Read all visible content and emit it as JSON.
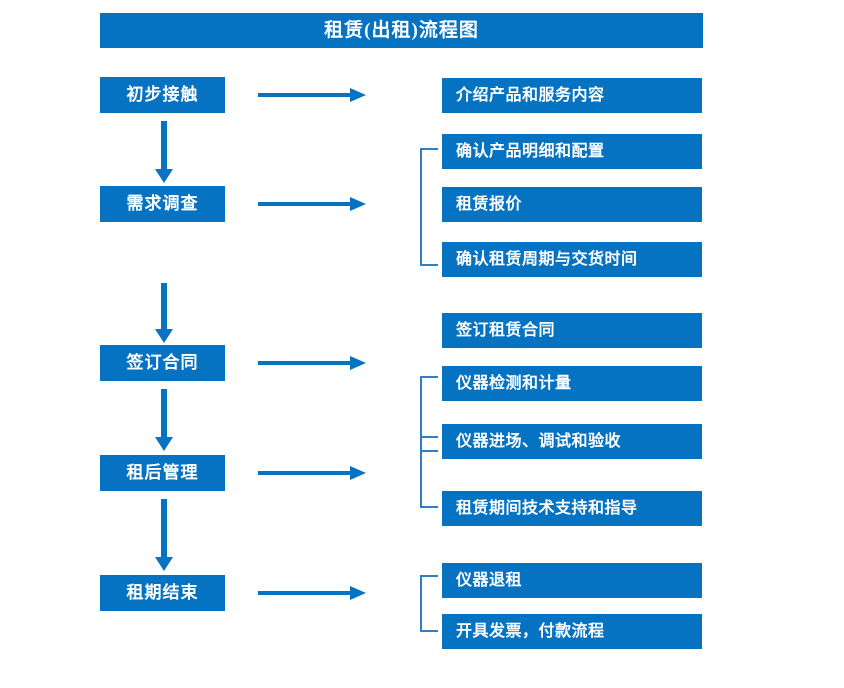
{
  "title": "租赁(出租)流程图",
  "colors": {
    "brand_blue": "#0672c2",
    "bracket_blue": "#2f7fc4",
    "text_on_blue": "#ffffff",
    "background": "#ffffff"
  },
  "stages": [
    {
      "id": "initial-contact",
      "label": "初步接触"
    },
    {
      "id": "requirement-survey",
      "label": "需求调查"
    },
    {
      "id": "sign-contract",
      "label": "签订合同"
    },
    {
      "id": "post-rental-management",
      "label": "租后管理"
    },
    {
      "id": "rental-period-end",
      "label": "租期结束"
    }
  ],
  "details": [
    {
      "id": "introduce-products",
      "label": "介绍产品和服务内容"
    },
    {
      "id": "confirm-product-details",
      "label": "确认产品明细和配置"
    },
    {
      "id": "rental-quotation",
      "label": "租赁报价"
    },
    {
      "id": "confirm-period-delivery",
      "label": "确认租赁周期与交货时间"
    },
    {
      "id": "sign-rental-contract",
      "label": "签订租赁合同"
    },
    {
      "id": "instrument-inspection",
      "label": "仪器检测和计量"
    },
    {
      "id": "instrument-onsite",
      "label": "仪器进场、调试和验收"
    },
    {
      "id": "technical-support",
      "label": "租赁期间技术支持和指导"
    },
    {
      "id": "instrument-return",
      "label": "仪器退租"
    },
    {
      "id": "invoice-payment",
      "label": "开具发票，付款流程"
    }
  ]
}
